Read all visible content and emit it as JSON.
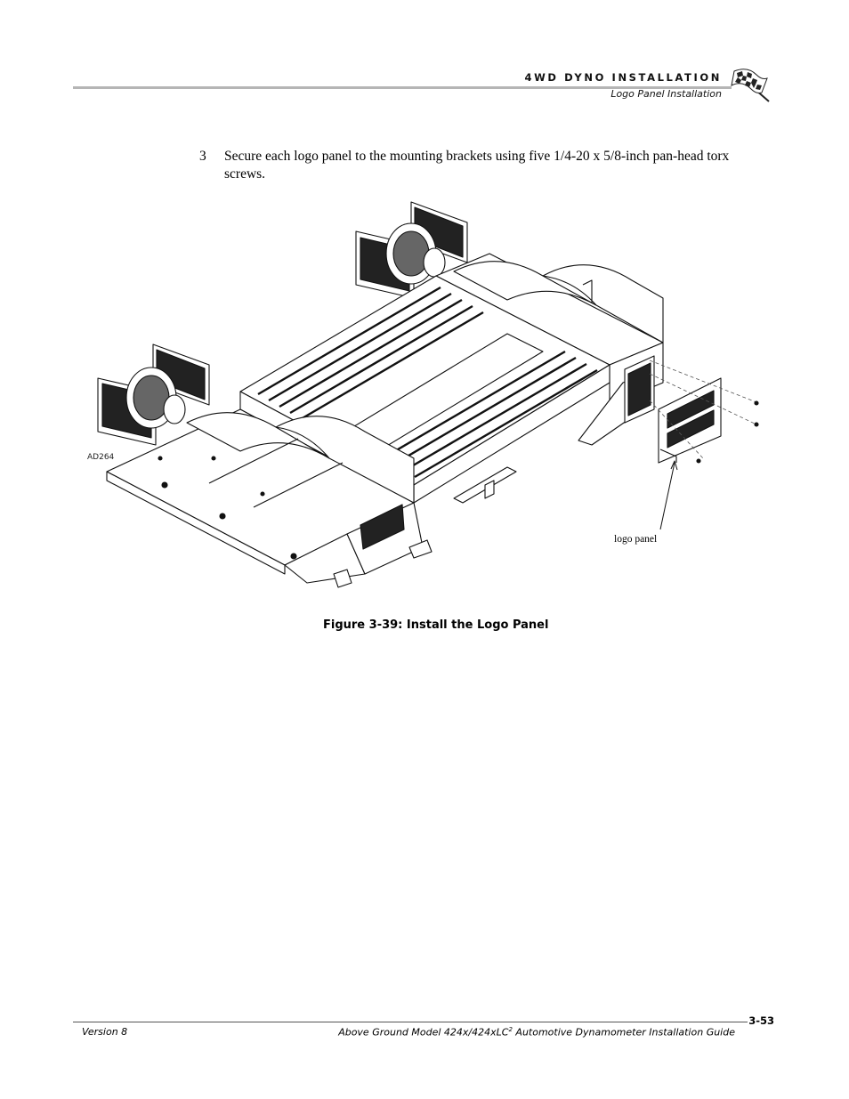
{
  "header": {
    "section_title": "4WD DYNO INSTALLATION",
    "subsection_title": "Logo Panel Installation",
    "flag_icon": "checkered-flag-icon"
  },
  "step": {
    "number": "3",
    "text": "Secure each logo panel to the mounting brackets using five 1/4-20 x 5/8-inch pan-head torx screws."
  },
  "figure": {
    "drawing_id": "AD264",
    "callout_label": "logo panel",
    "caption": "Figure 3-39: Install the Logo Panel"
  },
  "footer": {
    "version": "Version 8",
    "doc_title_pre": "Above Ground Model 424x/424xLC",
    "doc_title_sup": "2",
    "doc_title_post": " Automotive Dynamometer Installation Guide",
    "page_number": "3-53"
  }
}
